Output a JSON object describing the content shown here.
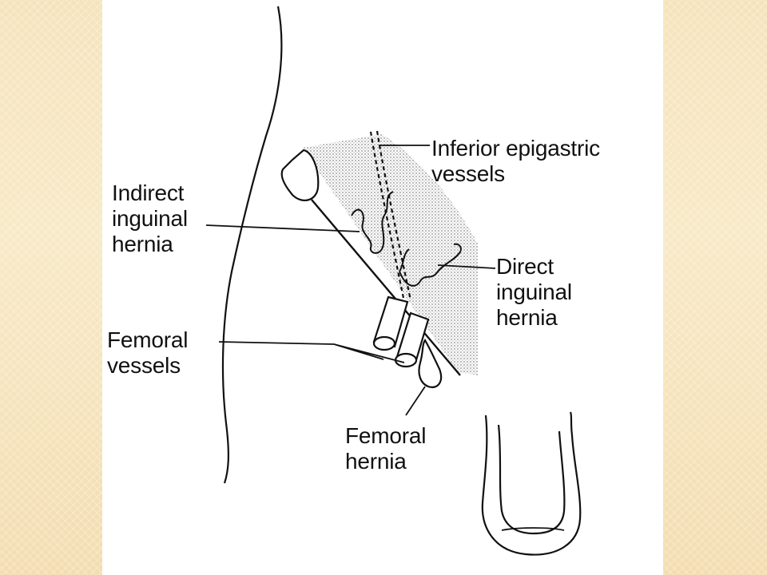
{
  "diagram": {
    "labels": {
      "inferior_epigastric": "Inferior epigastric\nvessels",
      "indirect_hernia": "Indirect\ninguinal\nhernia",
      "direct_hernia": "Direct\ninguinal\nhernia",
      "femoral_vessels": "Femoral\nvessels",
      "femoral_hernia": "Femoral\nhernia"
    }
  }
}
